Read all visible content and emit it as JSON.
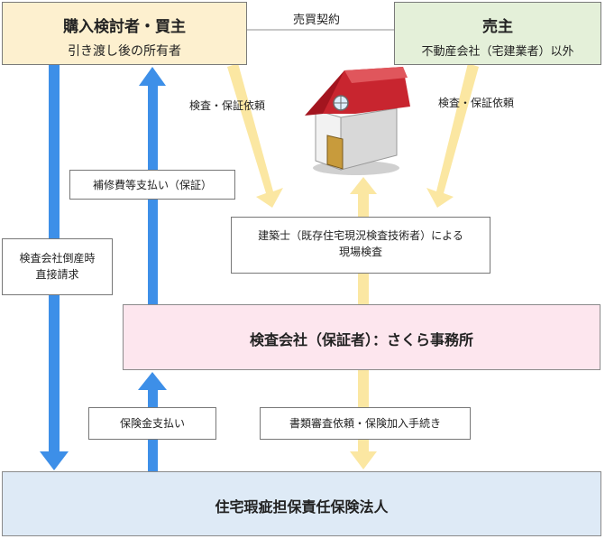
{
  "buyer": {
    "title": "購入検討者・買主",
    "subtitle": "引き渡し後の所有者"
  },
  "seller": {
    "title": "売主",
    "subtitle": "不動産会社（宅建業者）以外"
  },
  "contract_label": "売買契約",
  "inspection_request_left": "検査・保証依頼",
  "inspection_request_right": "検査・保証依頼",
  "architect": {
    "line1": "建築士（既存住宅現況検査技術者）による",
    "line2": "現場検査"
  },
  "repair_payment": "補修費等支払い（保証）",
  "direct_claim": {
    "line1": "検査会社倒産時",
    "line2": "直接請求"
  },
  "inspector_company": "検査会社（保証者）：さくら事務所",
  "insurance_payment": "保険金支払い",
  "document_review": "書類審査依頼・保険加入手続き",
  "insurer": "住宅瑕疵担保責任保険法人",
  "colors": {
    "blue_arrow": "#3d8fe8",
    "yellow_arrow": "#fbe7a2",
    "house_roof": "#c8252f",
    "house_wall": "#eeeeee",
    "house_door": "#c89b3c"
  },
  "icons": [
    "house-icon"
  ]
}
